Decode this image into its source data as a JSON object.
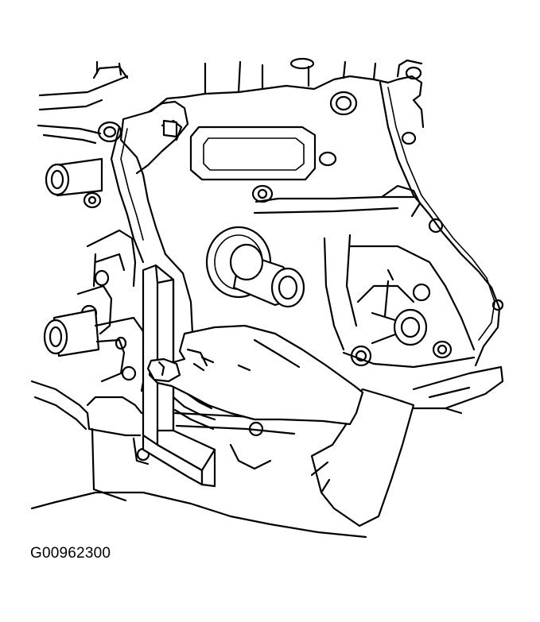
{
  "figure": {
    "code": "G00962300"
  },
  "colors": {
    "ink": "#000000",
    "paper": "#ffffff"
  },
  "icons": {
    "engine": "engine-block-drawing",
    "square": "steel-square-tool",
    "hand": "hand-holding-tool"
  }
}
